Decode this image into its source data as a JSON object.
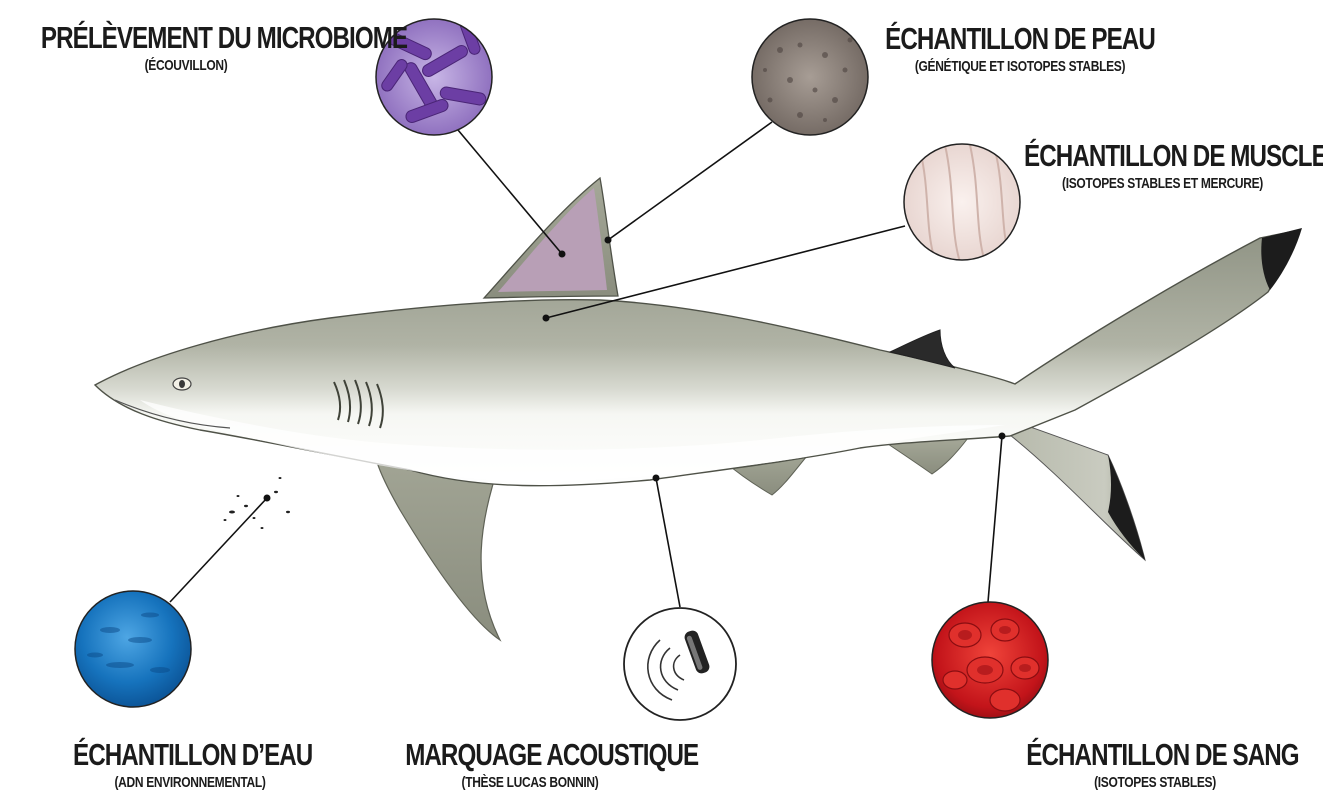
{
  "labels": {
    "microbiome": {
      "title": "PRÉLÈVEMENT DU MICROBIOME",
      "subtitle": "(ÉCOUVILLON)"
    },
    "skin": {
      "title": "ÉCHANTILLON DE PEAU",
      "subtitle": "(GÉNÉTIQUE ET ISOTOPES STABLES)"
    },
    "muscle": {
      "title": "ÉCHANTILLON DE MUSCLE",
      "subtitle": "(ISOTOPES STABLES ET MERCURE)"
    },
    "water": {
      "title": "ÉCHANTILLON D’EAU",
      "subtitle": "(ADN ENVIRONNEMENTAL)"
    },
    "acoustic": {
      "title": "MARQUAGE ACOUSTIQUE",
      "subtitle": "(THÈSE LUCAS BONNIN)"
    },
    "blood": {
      "title": "ÉCHANTILLON DE SANG",
      "subtitle": "(ISOTOPES STABLES)"
    }
  },
  "icons": {
    "microbiome": "bacteria-micrograph-icon",
    "skin": "shark-skin-texture-icon",
    "muscle": "muscle-tissue-icon",
    "water": "seawater-icon",
    "acoustic": "acoustic-transmitter-icon",
    "blood": "red-blood-cells-icon"
  },
  "colors": {
    "shark_body": "#a8ab9c",
    "shark_belly": "#f4f5f1",
    "dorsal_fin_highlight": "#b89fb6",
    "fin_tips": "#1c1c1c",
    "water": "#1a6fb5",
    "blood": "#c8151a",
    "bacteria": "#8a5fb5"
  }
}
